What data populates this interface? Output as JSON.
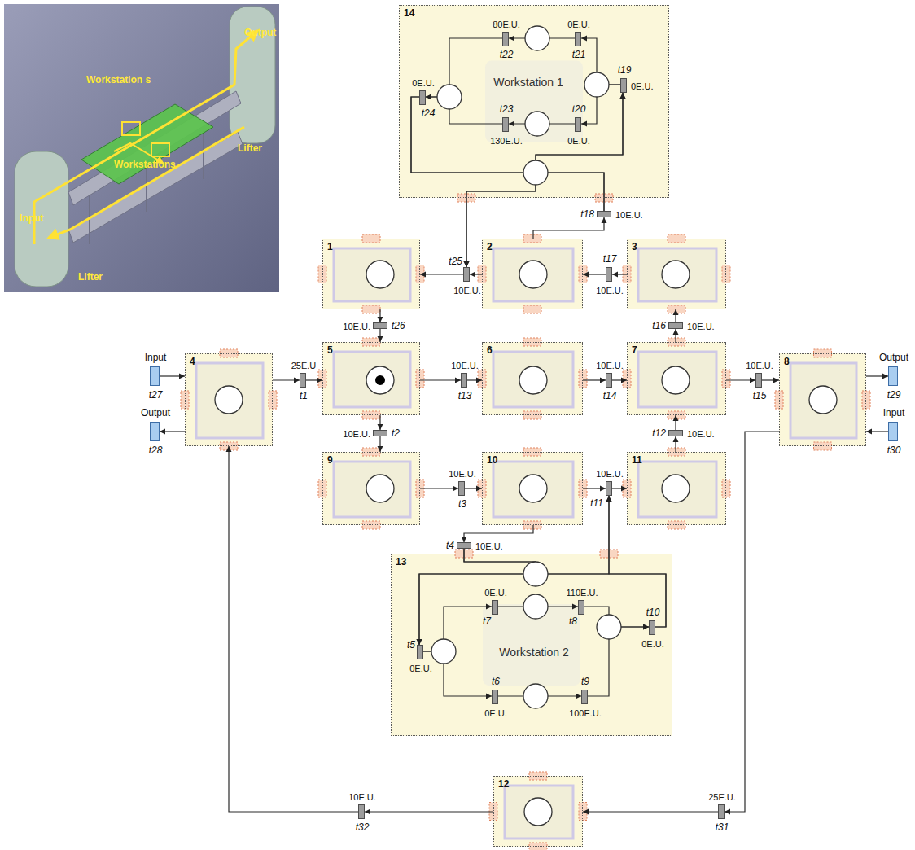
{
  "diagram": {
    "nodes": [
      {
        "text": [
          "14",
          "Workstation 1"
        ]
      },
      {
        "text": [
          "80E.U.",
          "t22"
        ],
        "in": 0
      },
      {
        "text": [
          "0E.U.",
          "t21"
        ],
        "in": 0
      },
      {
        "text": [
          "0E.U.",
          "t24"
        ],
        "in": 0
      },
      {
        "text": [
          "t19",
          "0E.U."
        ],
        "in": 0
      },
      {
        "text": [
          "t23",
          "130E.U."
        ],
        "in": 0
      },
      {
        "text": [
          "t20",
          "0E.U."
        ],
        "in": 0
      },
      {
        "text": [
          "t18",
          "10E.U."
        ]
      },
      {
        "text": [
          "1"
        ]
      },
      {
        "text": [
          "t25",
          "10E.U."
        ]
      },
      {
        "text": [
          "2"
        ]
      },
      {
        "text": [
          "t17",
          "10E.U."
        ]
      },
      {
        "text": [
          "3"
        ]
      },
      {
        "text": [
          "10E.U.",
          "t26"
        ]
      },
      {
        "text": [
          "t16",
          "10E.U."
        ]
      },
      {
        "text": [
          "Input",
          "t27"
        ]
      },
      {
        "text": [
          "4"
        ]
      },
      {
        "text": [
          "25E.U",
          "t1"
        ]
      },
      {
        "text": [
          "5"
        ]
      },
      {
        "text": [
          "10E.U.",
          "t13"
        ]
      },
      {
        "text": [
          "6"
        ]
      },
      {
        "text": [
          "10E.U.",
          "t14"
        ]
      },
      {
        "text": [
          "7"
        ]
      },
      {
        "text": [
          "10E.U.",
          "t15"
        ]
      },
      {
        "text": [
          "8"
        ]
      },
      {
        "text": [
          "Output",
          "t29"
        ]
      },
      {
        "text": [
          "Output",
          "t28"
        ]
      },
      {
        "text": [
          "10E.U.",
          "t2"
        ]
      },
      {
        "text": [
          "t12",
          "10E.U."
        ]
      },
      {
        "text": [
          "Input",
          "t30"
        ]
      },
      {
        "text": [
          "9"
        ]
      },
      {
        "text": [
          "10E.U.",
          "t3"
        ]
      },
      {
        "text": [
          "10"
        ]
      },
      {
        "text": [
          "10E.U.",
          "t11"
        ]
      },
      {
        "text": [
          "11"
        ]
      },
      {
        "text": [
          "t4",
          "10E.U."
        ]
      },
      {
        "text": [
          "13",
          "Workstation 2"
        ]
      },
      {
        "text": [
          "0E.U.",
          "t7"
        ],
        "in": 36
      },
      {
        "text": [
          "110E.U.",
          "t8"
        ],
        "in": 36
      },
      {
        "text": [
          "t10",
          "0E.U."
        ],
        "in": 36
      },
      {
        "text": [
          "t5",
          "0E.U."
        ],
        "in": 36
      },
      {
        "text": [
          "t6",
          "0E.U."
        ],
        "in": 36
      },
      {
        "text": [
          "t9",
          "100E.U."
        ],
        "in": 36
      },
      {
        "text": [
          "10E.U.",
          "t32"
        ]
      },
      {
        "text": [
          "12"
        ]
      },
      {
        "text": [
          "25E.U.",
          "t31"
        ]
      }
    ],
    "edges": [
      {
        "from": 15,
        "to": 16,
        "arrow": "to"
      },
      {
        "from": 16,
        "to": 26,
        "arrow": "to"
      },
      {
        "from": 16,
        "to": 17,
        "arrow": "to"
      },
      {
        "from": 17,
        "to": 18,
        "arrow": "to"
      },
      {
        "from": 18,
        "to": 19,
        "arrow": "to"
      },
      {
        "from": 19,
        "to": 20,
        "arrow": "to"
      },
      {
        "from": 20,
        "to": 21,
        "arrow": "to"
      },
      {
        "from": 21,
        "to": 22,
        "arrow": "to"
      },
      {
        "from": 22,
        "to": 23,
        "arrow": "to"
      },
      {
        "from": 23,
        "to": 24,
        "arrow": "to"
      },
      {
        "from": 24,
        "to": 25,
        "arrow": "to"
      },
      {
        "from": 29,
        "to": 24,
        "arrow": "to"
      },
      {
        "from": 18,
        "to": 27,
        "arrow": "to"
      },
      {
        "from": 27,
        "to": 30,
        "arrow": "to"
      },
      {
        "from": 30,
        "to": 31,
        "arrow": "to"
      },
      {
        "from": 31,
        "to": 32,
        "arrow": "to"
      },
      {
        "from": 32,
        "to": 33,
        "arrow": "to"
      },
      {
        "from": 33,
        "to": 34,
        "arrow": "to"
      },
      {
        "from": 34,
        "to": 28,
        "arrow": "to"
      },
      {
        "from": 28,
        "to": 22,
        "arrow": "to"
      },
      {
        "from": 22,
        "to": 14,
        "arrow": "to"
      },
      {
        "from": 14,
        "to": 12,
        "arrow": "to"
      },
      {
        "from": 12,
        "to": 11,
        "arrow": "to"
      },
      {
        "from": 11,
        "to": 10,
        "arrow": "to"
      },
      {
        "from": 10,
        "to": 9,
        "arrow": "to"
      },
      {
        "from": 9,
        "to": 8,
        "arrow": "to"
      },
      {
        "from": 8,
        "to": 13,
        "arrow": "to"
      },
      {
        "from": 13,
        "to": 18,
        "arrow": "to"
      },
      {
        "from": 10,
        "to": 7,
        "arrow": "to"
      },
      {
        "from": 7,
        "to": 4,
        "arrow": "to"
      },
      {
        "from": 7,
        "to": 9,
        "arrow": "to"
      },
      {
        "from": 3,
        "to": 4,
        "arrow": "to"
      },
      {
        "from": 3,
        "to": 9,
        "arrow": "to"
      },
      {
        "from": 4,
        "to": 2,
        "arrow": "to"
      },
      {
        "from": 4,
        "to": 6,
        "arrow": "to"
      },
      {
        "from": 2,
        "to": 1,
        "arrow": "to"
      },
      {
        "from": 6,
        "to": 5,
        "arrow": "to"
      },
      {
        "from": 1,
        "to": 3,
        "arrow": "to"
      },
      {
        "from": 5,
        "to": 3,
        "arrow": "to"
      },
      {
        "from": 32,
        "to": 35,
        "arrow": "to"
      },
      {
        "from": 35,
        "to": 40,
        "arrow": "to"
      },
      {
        "from": 35,
        "to": 33,
        "arrow": "to"
      },
      {
        "from": 39,
        "to": 40,
        "arrow": "to"
      },
      {
        "from": 39,
        "to": 33,
        "arrow": "to"
      },
      {
        "from": 40,
        "to": 37,
        "arrow": "to"
      },
      {
        "from": 40,
        "to": 41,
        "arrow": "to"
      },
      {
        "from": 37,
        "to": 38,
        "arrow": "to"
      },
      {
        "from": 41,
        "to": 42,
        "arrow": "to"
      },
      {
        "from": 38,
        "to": 39,
        "arrow": "to"
      },
      {
        "from": 42,
        "to": 39,
        "arrow": "to"
      },
      {
        "from": 24,
        "to": 45,
        "arrow": "to"
      },
      {
        "from": 45,
        "to": 44,
        "arrow": "to"
      },
      {
        "from": 44,
        "to": 43,
        "arrow": "to"
      },
      {
        "from": 43,
        "to": 16,
        "arrow": "to"
      }
    ],
    "labels": [
      "Output",
      "Workstation s",
      "Lifter",
      "Workstations",
      "Input",
      "Lifter"
    ]
  }
}
